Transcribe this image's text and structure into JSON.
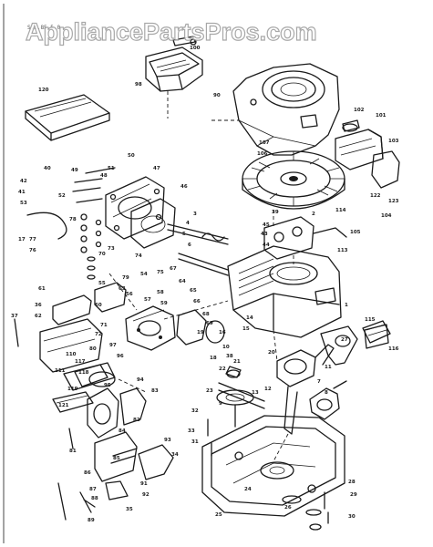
{
  "watermark": "AppliancePartsPros.com",
  "header_fragment": "S.S.85.5.0",
  "labels": {
    "l100": "100",
    "l98": "98",
    "l120": "120",
    "l90": "90",
    "l102": "102",
    "l101": "101",
    "l103": "103",
    "l107": "107",
    "l106": "106",
    "l122": "122",
    "l123": "123",
    "l104": "104",
    "l105": "105",
    "l113": "113",
    "l114": "114",
    "l115": "115",
    "l116": "116",
    "l110": "110",
    "l111": "111",
    "l117": "117",
    "l118": "118",
    "l119": "119",
    "l121": "121",
    "l1": "1",
    "l2": "2",
    "l3": "3",
    "l4": "4",
    "l5": "5",
    "l6": "6",
    "l7": "7",
    "l8": "8",
    "l9": "9",
    "l10": "10",
    "l11": "11",
    "l12": "12",
    "l13": "13",
    "l14": "14",
    "l15": "15",
    "l16": "16",
    "l17": "17",
    "l18": "18",
    "l19": "19",
    "l20": "20",
    "l21": "21",
    "l22": "22",
    "l23": "23",
    "l24": "24",
    "l25": "25",
    "l26": "26",
    "l27": "27",
    "l28": "28",
    "l29": "29",
    "l30": "30",
    "l31": "31",
    "l32": "32",
    "l33": "33",
    "l34": "34",
    "l35": "35",
    "l36": "36",
    "l37": "37",
    "l38": "38",
    "l39": "39",
    "l40": "40",
    "l41": "41",
    "l42": "42",
    "l43": "43",
    "l44": "44",
    "l45": "45",
    "l46": "46",
    "l47": "47",
    "l48": "48",
    "l49": "49",
    "l50": "50",
    "l51": "51",
    "l52": "52",
    "l53": "53",
    "l54": "54",
    "l55": "55",
    "l56": "56",
    "l57": "57",
    "l58": "58",
    "l59": "59",
    "l60": "60",
    "l61": "61",
    "l62": "62",
    "l63": "63",
    "l64": "64",
    "l65": "65",
    "l66": "66",
    "l67": "67",
    "l68": "68",
    "l69": "69",
    "l70": "70",
    "l71": "71",
    "l72": "72",
    "l73": "73",
    "l74": "74",
    "l75": "75",
    "l76": "76",
    "l77": "77",
    "l78": "78",
    "l79": "79",
    "l80": "80",
    "l81": "81",
    "l82": "82",
    "l83": "83",
    "l84": "84",
    "l85": "85",
    "l86": "86",
    "l87": "87",
    "l88": "88",
    "l89": "89",
    "l91": "91",
    "l92": "92",
    "l93": "93",
    "l94": "94",
    "l95": "95",
    "l96": "96",
    "l97": "97"
  }
}
